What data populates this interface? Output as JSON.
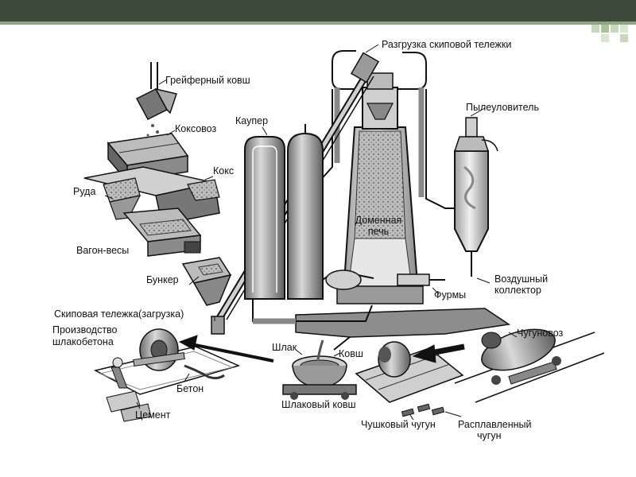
{
  "labels": {
    "grab_bucket": "Грейферный ковш",
    "skip_unload": "Разгрузка скиповой тележки",
    "coke_car": "Коксовоз",
    "cowper": "Каупер",
    "dust_catcher": "Пылеуловитель",
    "coke": "Кокс",
    "ore": "Руда",
    "blast_furnace_line1": "Доменная",
    "blast_furnace_line2": "печь",
    "scale_car": "Вагон-весы",
    "bunker": "Бункер",
    "air_collector_line1": "Воздушный",
    "air_collector_line2": "коллектор",
    "tuyeres": "Фурмы",
    "skip_load": "Скиповая тележка(загрузка)",
    "slag_concrete_line1": "Производство",
    "slag_concrete_line2": "шлакобетона",
    "iron_car": "Чугуновоз",
    "slag": "Шлак",
    "ladle": "Ковш",
    "concrete": "Бетон",
    "slag_ladle": "Шлаковый ковш",
    "cement": "Цемент",
    "pig_iron": "Чушковый чугун",
    "molten_iron_line1": "Расплавленный",
    "molten_iron_line2": "чугун"
  },
  "colors": {
    "header": "#3d4a3a",
    "accent": "#8ea57f",
    "ink": "#111111",
    "metal": "#9a9a9a",
    "dark_metal": "#555555",
    "light_metal": "#d4d4d4"
  }
}
